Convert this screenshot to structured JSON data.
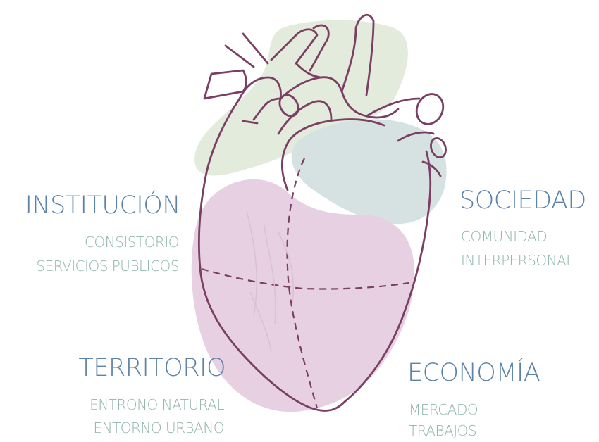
{
  "colors": {
    "title": "#5b82a8",
    "subtitle": "#8fb5ad",
    "outline": "#7a3f62",
    "blob_green": "#e3ebdd",
    "blob_blue": "#d6e2e2",
    "blob_purple": "#e6d0e2"
  },
  "sections": {
    "institucion": {
      "title": "INSTITUCIÓN",
      "items": [
        "CONSISTORIO",
        "SERVICIOS PÚBLICOS"
      ]
    },
    "sociedad": {
      "title": "SOCIEDAD",
      "items": [
        "COMUNIDAD",
        "INTERPERSONAL"
      ]
    },
    "territorio": {
      "title": "TERRITORIO",
      "items": [
        "ENTRONO NATURAL",
        "ENTORNO URBANO"
      ]
    },
    "economia": {
      "title": "ECONOMÍA",
      "items": [
        "MERCADO",
        "TRABAJOS"
      ]
    }
  }
}
